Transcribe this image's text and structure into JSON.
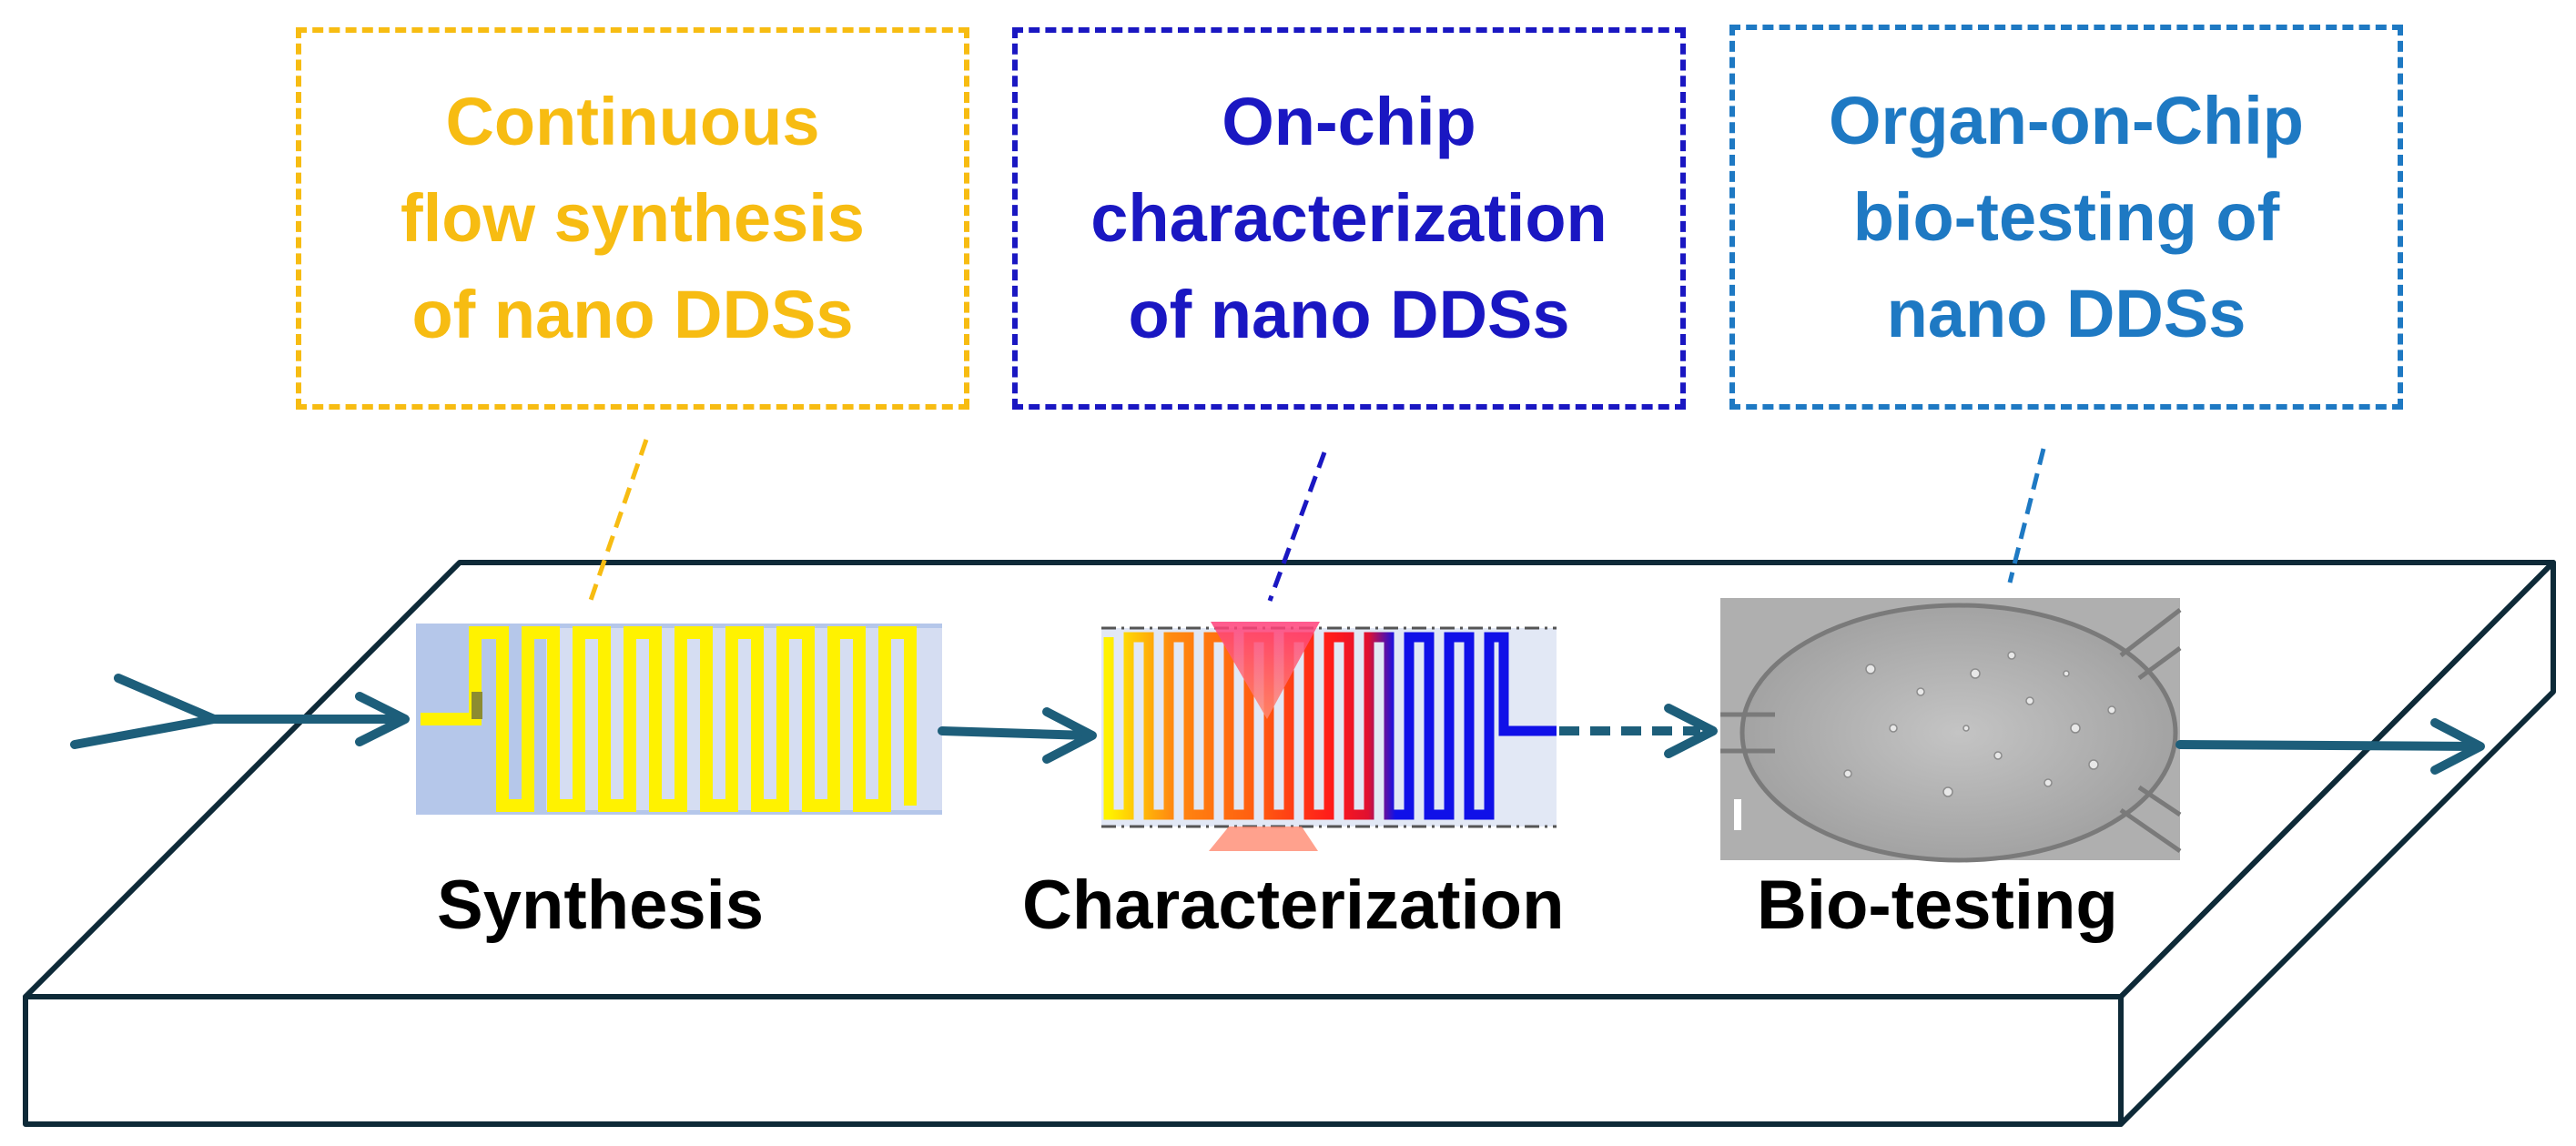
{
  "callouts": [
    {
      "lines": [
        "Continuous",
        "flow synthesis",
        "of nano DDSs"
      ],
      "color": "#F7BC12"
    },
    {
      "lines": [
        "On-chip",
        "characterization",
        "of nano DDSs"
      ],
      "color": "#1A17C2"
    },
    {
      "lines": [
        "Organ-on-Chip",
        "bio-testing of",
        "nano DDSs"
      ],
      "color": "#1E79C3"
    }
  ],
  "stages": {
    "synthesis": "Synthesis",
    "characterization": "Characterization",
    "biotesting": "Bio-testing"
  },
  "colors": {
    "arrow": "#1D5E7A",
    "slab_outline": "#0E2A38",
    "synthesis_channel": "#FFF200",
    "synthesis_bg": "#B5C7EA",
    "laser": "#FF4F7A",
    "channel_orange": "#FF7A10",
    "channel_red": "#FF1A1A",
    "channel_blue": "#1010E8",
    "chamber_bg": "#A6A6A6"
  }
}
